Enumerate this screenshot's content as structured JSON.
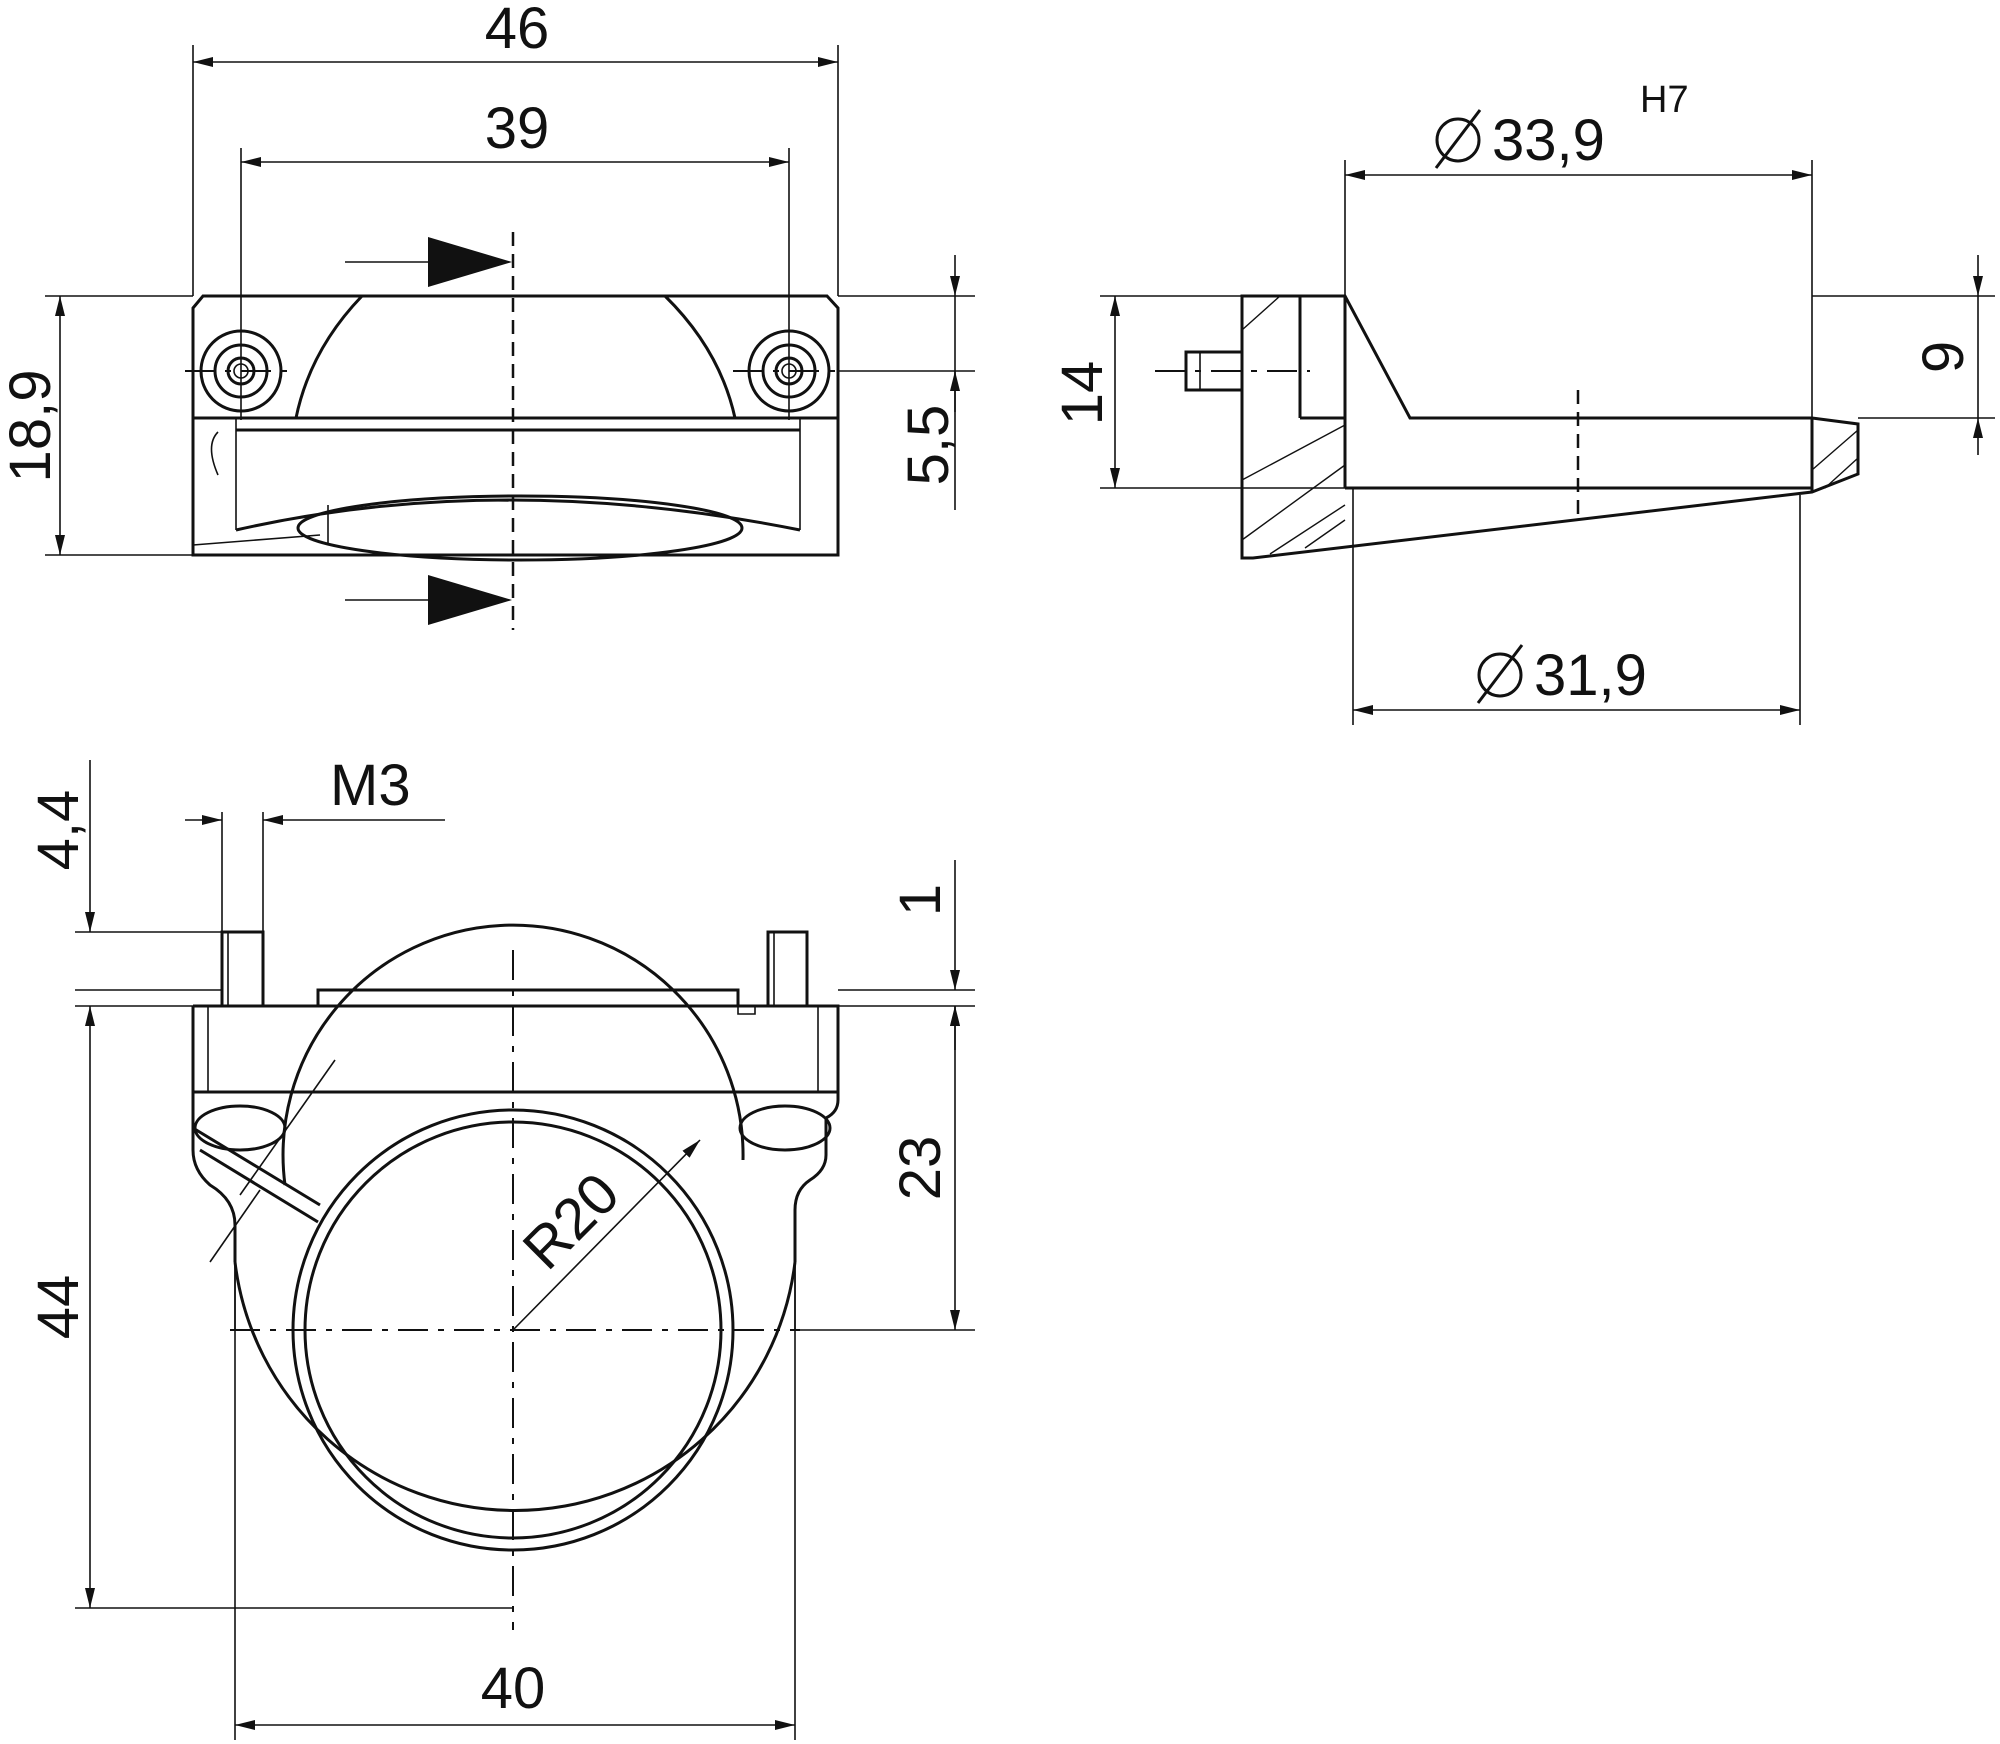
{
  "dimensions": {
    "top_view_overall_width": "46",
    "top_view_hole_spacing": "39",
    "top_view_height": "18,9",
    "top_view_hole_offset": "5,5",
    "side_view_bore_diameter": "33,9",
    "side_view_bore_tolerance": "H7",
    "side_view_height": "14",
    "side_view_flange_depth": "9",
    "side_view_lower_diameter": "31,9",
    "front_view_thread": "M3",
    "front_view_pin_length": "4,4",
    "front_view_step": "1",
    "front_view_total_height": "44",
    "front_view_center_height": "23",
    "front_view_radius": "R20",
    "front_view_width": "40"
  },
  "symbols": {
    "diameter_icon": "diameter-symbol",
    "section_arrow_icon": "section-arrow"
  }
}
